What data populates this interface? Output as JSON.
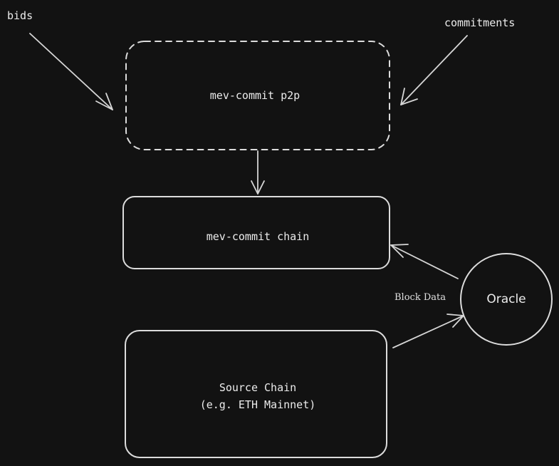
{
  "nodes": {
    "p2p": {
      "label": "mev-commit p2p"
    },
    "chain": {
      "label": "mev-commit chain"
    },
    "source_chain": {
      "label_line1": "Source Chain",
      "label_line2": "(e.g. ETH Mainnet)"
    },
    "oracle": {
      "label": "Oracle"
    }
  },
  "inputs": {
    "bids": "bids",
    "commitments": "commitments"
  },
  "edges": {
    "oracle_to_chain": "Block Data"
  },
  "colors": {
    "background": "#121212",
    "stroke": "#dcdcdc",
    "text": "#ececec"
  }
}
